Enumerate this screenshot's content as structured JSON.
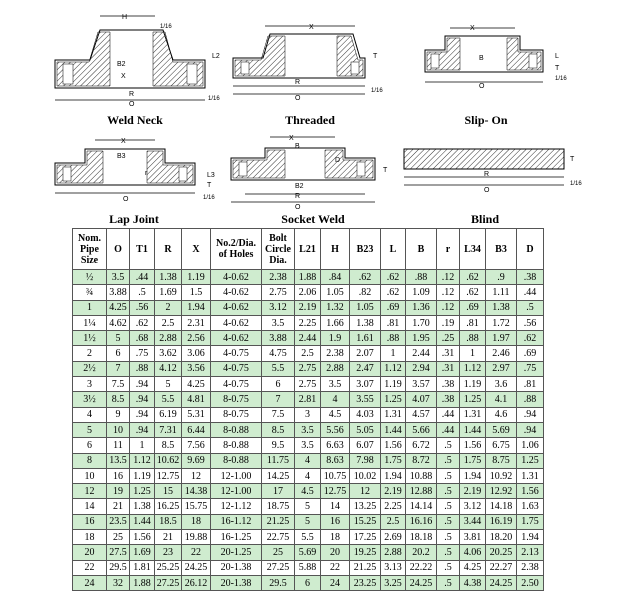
{
  "diagrams": [
    {
      "name": "weld-neck",
      "label": "Weld Neck",
      "dims": [
        "H",
        "1/16",
        "L2",
        "B2",
        "X",
        "R",
        "O",
        "1/16"
      ]
    },
    {
      "name": "threaded",
      "label": "Threaded",
      "dims": [
        "X",
        "T",
        "R",
        "O",
        "1/16"
      ]
    },
    {
      "name": "slip-on",
      "label": "Slip- On",
      "dims": [
        "X",
        "B",
        "L",
        "T",
        "O",
        "1/16"
      ]
    },
    {
      "name": "lap-joint",
      "label": "Lap Joint",
      "dims": [
        "X",
        "B3",
        "r",
        "L3",
        "T",
        "O",
        "1/16"
      ]
    },
    {
      "name": "socket-weld",
      "label": "Socket Weld",
      "dims": [
        "X",
        "B",
        "D",
        "T",
        "B2",
        "R",
        "O"
      ]
    },
    {
      "name": "blind",
      "label": "Blind",
      "dims": [
        "T",
        "R",
        "O",
        "1/16"
      ]
    }
  ],
  "table": {
    "headers": [
      "Nom. Pipe Size",
      "O",
      "T1",
      "R",
      "X",
      "No.2/Dia. of Holes",
      "Bolt Circle Dia.",
      "L21",
      "H",
      "B23",
      "L",
      "B",
      "r",
      "L34",
      "B3",
      "D"
    ],
    "rows": [
      [
        "½",
        "3.5",
        ".44",
        "1.38",
        "1.19",
        "4-0.62",
        "2.38",
        "1.88",
        ".84",
        ".62",
        ".62",
        ".88",
        ".12",
        ".62",
        ".9",
        ".38"
      ],
      [
        "¾",
        "3.88",
        ".5",
        "1.69",
        "1.5",
        "4-0.62",
        "2.75",
        "2.06",
        "1.05",
        ".82",
        ".62",
        "1.09",
        ".12",
        ".62",
        "1.11",
        ".44"
      ],
      [
        "1",
        "4.25",
        ".56",
        "2",
        "1.94",
        "4-0.62",
        "3.12",
        "2.19",
        "1.32",
        "1.05",
        ".69",
        "1.36",
        ".12",
        ".69",
        "1.38",
        ".5"
      ],
      [
        "1¼",
        "4.62",
        ".62",
        "2.5",
        "2.31",
        "4-0.62",
        "3.5",
        "2.25",
        "1.66",
        "1.38",
        ".81",
        "1.70",
        ".19",
        ".81",
        "1.72",
        ".56"
      ],
      [
        "1½",
        "5",
        ".68",
        "2.88",
        "2.56",
        "4-0.62",
        "3.88",
        "2.44",
        "1.9",
        "1.61",
        ".88",
        "1.95",
        ".25",
        ".88",
        "1.97",
        ".62"
      ],
      [
        "2",
        "6",
        ".75",
        "3.62",
        "3.06",
        "4-0.75",
        "4.75",
        "2.5",
        "2.38",
        "2.07",
        "1",
        "2.44",
        ".31",
        "1",
        "2.46",
        ".69"
      ],
      [
        "2½",
        "7",
        ".88",
        "4.12",
        "3.56",
        "4-0.75",
        "5.5",
        "2.75",
        "2.88",
        "2.47",
        "1.12",
        "2.94",
        ".31",
        "1.12",
        "2.97",
        ".75"
      ],
      [
        "3",
        "7.5",
        ".94",
        "5",
        "4.25",
        "4-0.75",
        "6",
        "2.75",
        "3.5",
        "3.07",
        "1.19",
        "3.57",
        ".38",
        "1.19",
        "3.6",
        ".81"
      ],
      [
        "3½",
        "8.5",
        ".94",
        "5.5",
        "4.81",
        "8-0.75",
        "7",
        "2.81",
        "4",
        "3.55",
        "1.25",
        "4.07",
        ".38",
        "1.25",
        "4.1",
        ".88"
      ],
      [
        "4",
        "9",
        ".94",
        "6.19",
        "5.31",
        "8-0.75",
        "7.5",
        "3",
        "4.5",
        "4.03",
        "1.31",
        "4.57",
        ".44",
        "1.31",
        "4.6",
        ".94"
      ],
      [
        "5",
        "10",
        ".94",
        "7.31",
        "6.44",
        "8-0.88",
        "8.5",
        "3.5",
        "5.56",
        "5.05",
        "1.44",
        "5.66",
        ".44",
        "1.44",
        "5.69",
        ".94"
      ],
      [
        "6",
        "11",
        "1",
        "8.5",
        "7.56",
        "8-0.88",
        "9.5",
        "3.5",
        "6.63",
        "6.07",
        "1.56",
        "6.72",
        ".5",
        "1.56",
        "6.75",
        "1.06"
      ],
      [
        "8",
        "13.5",
        "1.12",
        "10.62",
        "9.69",
        "8-0.88",
        "11.75",
        "4",
        "8.63",
        "7.98",
        "1.75",
        "8.72",
        ".5",
        "1.75",
        "8.75",
        "1.25"
      ],
      [
        "10",
        "16",
        "1.19",
        "12.75",
        "12",
        "12-1.00",
        "14.25",
        "4",
        "10.75",
        "10.02",
        "1.94",
        "10.88",
        ".5",
        "1.94",
        "10.92",
        "1.31"
      ],
      [
        "12",
        "19",
        "1.25",
        "15",
        "14.38",
        "12-1.00",
        "17",
        "4.5",
        "12.75",
        "12",
        "2.19",
        "12.88",
        ".5",
        "2.19",
        "12.92",
        "1.56"
      ],
      [
        "14",
        "21",
        "1.38",
        "16.25",
        "15.75",
        "12-1.12",
        "18.75",
        "5",
        "14",
        "13.25",
        "2.25",
        "14.14",
        ".5",
        "3.12",
        "14.18",
        "1.63"
      ],
      [
        "16",
        "23.5",
        "1.44",
        "18.5",
        "18",
        "16-1.12",
        "21.25",
        "5",
        "16",
        "15.25",
        "2.5",
        "16.16",
        ".5",
        "3.44",
        "16.19",
        "1.75"
      ],
      [
        "18",
        "25",
        "1.56",
        "21",
        "19.88",
        "16-1.25",
        "22.75",
        "5.5",
        "18",
        "17.25",
        "2.69",
        "18.18",
        ".5",
        "3.81",
        "18.20",
        "1.94"
      ],
      [
        "20",
        "27.5",
        "1.69",
        "23",
        "22",
        "20-1.25",
        "25",
        "5.69",
        "20",
        "19.25",
        "2.88",
        "20.2",
        ".5",
        "4.06",
        "20.25",
        "2.13"
      ],
      [
        "22",
        "29.5",
        "1.81",
        "25.25",
        "24.25",
        "20-1.38",
        "27.25",
        "5.88",
        "22",
        "21.25",
        "3.13",
        "22.22",
        ".5",
        "4.25",
        "22.27",
        "2.38"
      ],
      [
        "24",
        "32",
        "1.88",
        "27.25",
        "26.12",
        "20-1.38",
        "29.5",
        "6",
        "24",
        "23.25",
        "3.25",
        "24.25",
        ".5",
        "4.38",
        "24.25",
        "2.50"
      ]
    ]
  }
}
